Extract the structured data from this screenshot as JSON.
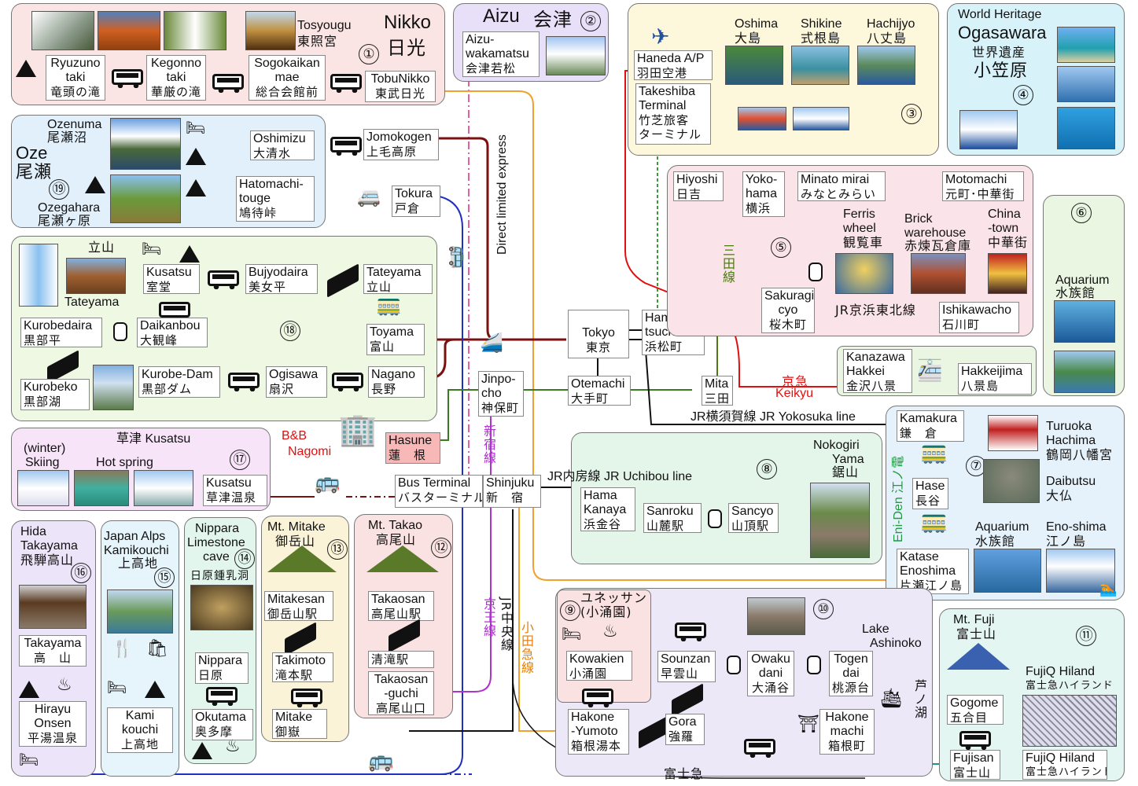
{
  "nikko": {
    "title": "Nikko",
    "title_jp": "日光",
    "num": "①",
    "tosyougu": "Tosyougu",
    "tosyougu_jp": "東照宮",
    "ryuzuno": "Ryuzuno",
    "ryuzuno2": "taki",
    "ryuzuno_jp": "竜頭の滝",
    "kegonno": "Kegonno",
    "kegonno2": "taki",
    "kegonno_jp": "華厳の滝",
    "sogo": "Sogokaikan",
    "sogo2": "mae",
    "sogo_jp": "総合会館前",
    "tobu": "TobuNikko",
    "tobu_jp": "東武日光"
  },
  "aizu": {
    "title": "Aizu",
    "title_jp": "会津",
    "num": "②",
    "station": "Aizu-",
    "station2": "wakamatsu",
    "station_jp": "会津若松"
  },
  "izu": {
    "num": "③",
    "oshima": "Oshima",
    "oshima_jp": "大島",
    "shikine": "Shikine",
    "shikine_jp": "式根島",
    "hachijyo": "Hachijyo",
    "hachijyo_jp": "八丈島",
    "haneda": "Haneda A/P",
    "haneda_jp": "羽田空港",
    "takeshiba": "Takeshiba",
    "takeshiba2": "Terminal",
    "takeshiba_jp": "竹芝旅客",
    "takeshiba_jp2": "ターミナル"
  },
  "ogasawara": {
    "num": "④",
    "wh": "World Heritage",
    "title": "Ogasawara",
    "jp1": "世界遺産",
    "jp2": "小笠原"
  },
  "yokohama": {
    "num": "⑤",
    "hiyoshi": "Hiyoshi",
    "hiyoshi_jp": "日吉",
    "yoko": "Yoko-",
    "yoko2": "hama",
    "yoko_jp": "横浜",
    "minato": "Minato mirai",
    "minato_jp": "みなとみらい",
    "motomachi": "Motomachi",
    "motomachi_jp": "元町･中華街",
    "ferris": "Ferris",
    "ferris2": "wheel",
    "ferris_jp": "観覧車",
    "brick": "Brick",
    "brick2": "warehouse",
    "brick_jp": "赤煉瓦倉庫",
    "china": "China",
    "china2": "-town",
    "china_jp": "中華街",
    "sakuragi": "Sakuragi",
    "sakuragi2": "cyo",
    "sakuragi_jp": "桜木町",
    "ishikawa": "Ishikawacho",
    "ishikawa_jp": "石川町",
    "jr_keihin": "JR京浜東北線",
    "mita_line": "三田線"
  },
  "hakkei": {
    "num": "⑥",
    "aquarium": "Aquarium",
    "aquarium_jp": "水族館",
    "kanazawa": "Kanazawa",
    "kanazawa2": "Hakkei",
    "kanazawa_jp": "金沢八景",
    "hakkeijima": "Hakkeijima",
    "hakkeijima_jp": "八景島"
  },
  "kamakura": {
    "num": "⑦",
    "kamakura": "Kamakura",
    "kamakura_jp": "鎌　倉",
    "turuoka": "Turuoka",
    "turuoka2": "Hachima",
    "turuoka_jp": "鶴岡八幡宮",
    "hase": "Hase",
    "hase_jp": "長谷",
    "daibutsu": "Daibutsu",
    "daibutsu_jp": "大仏",
    "eniden": "Eni-Den 江ノ電",
    "aquarium": "Aquarium",
    "aquarium_jp": "水族館",
    "enoshima": "Eno-shima",
    "enoshima_jp": "江ノ島",
    "katase": "Katase",
    "katase2": "Enoshima",
    "katase_jp": "片瀬江ノ島"
  },
  "nokogiri": {
    "num": "⑧",
    "title": "Nokogiri",
    "title2": "Yama",
    "title_jp": "鋸山",
    "jr_uchibou": "JR内房線  JR Uchibou line",
    "hama": "Hama",
    "hama2": "Kanaya",
    "hama_jp": "浜金谷",
    "sanroku": "Sanroku",
    "sanroku_jp": "山麓駅",
    "sancyo": "Sancyo",
    "sancyo_jp": "山頂駅"
  },
  "hakone": {
    "num9": "⑨",
    "unessan": "ユネッサン",
    "unessan2": "(小涌園)",
    "num10": "⑩",
    "kowakien": "Kowakien",
    "kowakien_jp": "小涌園",
    "sounzan": "Sounzan",
    "sounzan_jp": "早雲山",
    "owaku": "Owaku",
    "owaku2": "dani",
    "owaku_jp": "大涌谷",
    "togen": "Togen",
    "togen2": "dai",
    "togen_jp": "桃源台",
    "lake": "Lake",
    "lake2": "Ashinoko",
    "lake_jp": "芦ノ湖",
    "yumoto": "Hakone",
    "yumoto2": "-Yumoto",
    "yumoto_jp": "箱根湯本",
    "gora": "Gora",
    "gora_jp": "強羅",
    "machi": "Hakone",
    "machi2": "machi",
    "machi_jp": "箱根町"
  },
  "fuji": {
    "num": "⑪",
    "title": "Mt. Fuji",
    "title_jp": "富士山",
    "gogome": "Gogome",
    "gogome_jp": "五合目",
    "fujiq": "FujiQ Hiland",
    "fujiq_jp": "富士急ハイランド",
    "fujisan": "Fujisan",
    "fujisan_jp": "富士山",
    "fujiq2": "FujiQ Hiland",
    "fujiq2_jp": "富士急ハイランド",
    "fujikyu": "富士急"
  },
  "takao": {
    "num": "⑫",
    "title": "Mt. Takao",
    "title_jp": "高尾山",
    "takaosan": "Takaosan",
    "takaosan_jp": "高尾山駅",
    "kiyotaki": "清滝駅",
    "guchi": "Takaosan",
    "guchi2": "-guchi",
    "guchi_jp": "高尾山口"
  },
  "mitake": {
    "num": "⑬",
    "title": "Mt. Mitake",
    "title_jp": "御岳山",
    "mitakesan": "Mitakesan",
    "mitakesan_jp": "御岳山駅",
    "takimoto": "Takimoto",
    "takimoto_jp": "滝本駅",
    "mitake": "Mitake",
    "mitake_jp": "御嶽"
  },
  "nippara": {
    "num": "⑭",
    "title": "Nippara",
    "title2": "Limestone",
    "title3": "cave",
    "title_jp": "日原鍾乳洞",
    "nippara": "Nippara",
    "nippara_jp": "日原",
    "okutama": "Okutama",
    "okutama_jp": "奥多摩"
  },
  "kamikouchi": {
    "num": "⑮",
    "title": "Japan Alps",
    "title2": "Kamikouchi",
    "title_jp": "上高地",
    "kami": "Kami",
    "kami2": "kouchi",
    "kami_jp": "上高地"
  },
  "takayama": {
    "num": "⑯",
    "title": "Hida",
    "title2": "Takayama",
    "title_jp": "飛騨高山",
    "takayama": "Takayama",
    "takayama_jp": "高　山",
    "hirayu": "Hirayu",
    "hirayu2": "Onsen",
    "hirayu_jp": "平湯温泉"
  },
  "kusatsu": {
    "num": "⑰",
    "title": "草津  Kusatsu",
    "winter": "(winter)",
    "skiing": "Skiing",
    "hotspring": "Hot spring",
    "station": "Kusatsu",
    "station_jp": "草津温泉"
  },
  "tateyama": {
    "num": "⑱",
    "title_jp": "立山",
    "title": "Tateyama",
    "kusatsu": "Kusatsu",
    "kusatsu_jp": "室堂",
    "bujyo": "Bujyodaira",
    "bujyo_jp": "美女平",
    "tateyama_st": "Tateyama",
    "tateyama_st_jp": "立山",
    "kurobedaira": "Kurobedaira",
    "kurobedaira_jp": "黒部平",
    "daikanbou": "Daikanbou",
    "daikanbou_jp": "大観峰",
    "toyama": "Toyama",
    "toyama_jp": "富山",
    "kurobeko": "Kurobeko",
    "kurobeko_jp": "黒部湖",
    "kurobedam": "Kurobe-Dam",
    "kurobedam_jp": "黒部ダム",
    "ogisawa": "Ogisawa",
    "ogisawa_jp": "扇沢",
    "nagano": "Nagano",
    "nagano_jp": "長野"
  },
  "oze": {
    "num": "⑲",
    "title": "Oze",
    "title_jp": "尾瀬",
    "ozenuma": "Ozenuma",
    "ozenuma_jp": "尾瀬沼",
    "ozegahara": "Ozegahara",
    "ozegahara_jp": "尾瀬ヶ原",
    "oshimizu": "Oshimizu",
    "oshimizu_jp": "大清水",
    "hatomachi": "Hatomachi-",
    "hatomachi2": "touge",
    "hatomachi_jp": "鳩待峠",
    "jomo": "Jomokogen",
    "jomo_jp": "上毛高原",
    "tokura": "Tokura",
    "tokura_jp": "戸倉"
  },
  "center": {
    "tokyo": "Tokyo",
    "tokyo_jp": "東京",
    "otemachi": "Otemachi",
    "otemachi_jp": "大手町",
    "hamamatsu": "Hamama-",
    "hamamatsu2": "tsucho",
    "hamamatsu_jp": "浜松町",
    "mita": "Mita",
    "mita_jp": "三田",
    "keikyu_jp": "京急",
    "keikyu": "Keikyu",
    "jinpo": "Jinpo-",
    "jinpo2": "cho",
    "jinpo_jp": "神保町",
    "jr_yokosuka": "JR横須賀線  JR Yokosuka line",
    "direct": "Direct limited express",
    "bnb": "B&B",
    "nagomi": "Nagomi",
    "hasune": "Hasune",
    "hasune_jp": "蓮　根",
    "busterminal": "Bus Terminal",
    "busterminal_jp": "バスターミナル",
    "shinjuku": "Shinjuku",
    "shinjuku_jp": "新　宿",
    "shinjuku_line": "新宿線",
    "keio_line": "京王線",
    "chuo_line": "JR中央線",
    "odakyu_line": "小田急線"
  }
}
